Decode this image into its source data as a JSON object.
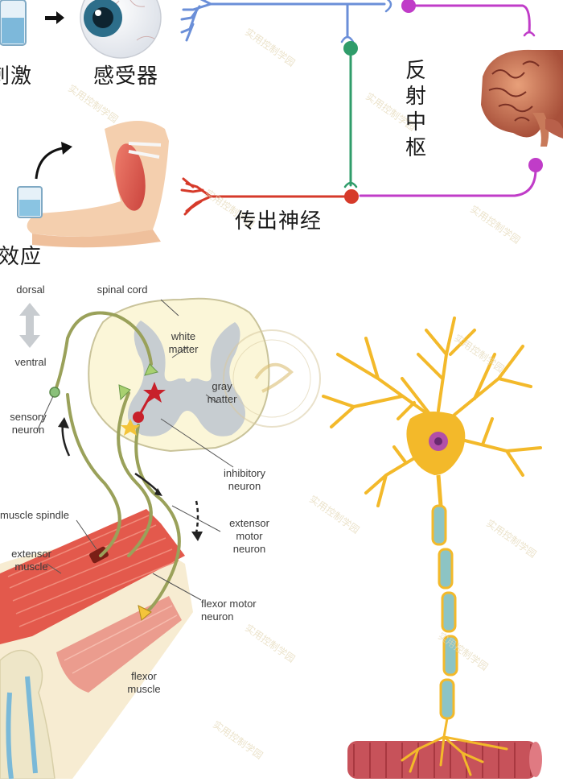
{
  "reflex_arc": {
    "stimulus": "刺激",
    "receptor": "感受器",
    "reflex_center": "反射中枢",
    "efferent_nerve": "传出神经",
    "effector": "效应"
  },
  "spinal_reflex": {
    "dorsal": "dorsal",
    "ventral": "ventral",
    "spinal_cord": "spinal cord",
    "white_matter": "white\nmatter",
    "gray_matter": "gray\nmatter",
    "sensory_neuron": "sensory\nneuron",
    "inhibitory_neuron": "inhibitory\nneuron",
    "extensor_motor_neuron": "extensor\nmotor\nneuron",
    "muscle_spindle": "muscle spindle",
    "extensor_muscle": "extensor\nmuscle",
    "flexor_motor_neuron": "flexor motor\nneuron",
    "flexor_muscle": "flexor\nmuscle"
  },
  "watermark": {
    "text": "实用控制学园"
  },
  "colors": {
    "blue_nerve": "#6b8fd8",
    "purple_nerve": "#c03cc8",
    "green_neuron": "#2f9c6a",
    "red_nerve": "#d63a2a",
    "neuron_yellow": "#f3b92a",
    "myelin": "#8cc4c4",
    "muscle_red": "#d9504a",
    "nerve_olive": "#9aa15a"
  }
}
